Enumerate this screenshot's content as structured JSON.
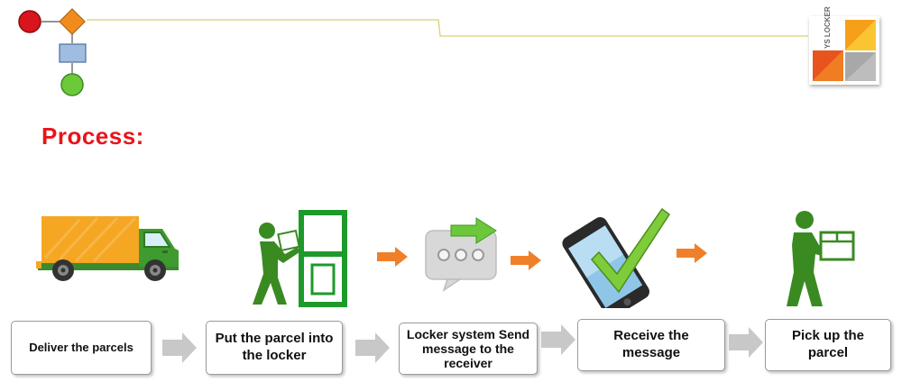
{
  "header": {
    "title": "Process:",
    "logo_text": "YS LOCKER"
  },
  "steps": [
    {
      "label": "Deliver the parcels"
    },
    {
      "label": "Put the parcel into the locker"
    },
    {
      "label": "Locker system Send message to the receiver"
    },
    {
      "label": "Receive the message"
    },
    {
      "label": "Pick up the parcel"
    }
  ],
  "colors": {
    "title_red": "#e8151b",
    "accent_orange": "#f07f2a",
    "accent_green": "#3f8a2e",
    "arrow_gray": "#c8c8c8",
    "rule_yellow": "#d9cf76"
  },
  "icons": [
    "start-event-icon",
    "gateway-icon",
    "task-icon",
    "end-event-icon",
    "delivery-truck-icon",
    "person-locker-icon",
    "chat-message-icon",
    "smartphone-check-icon",
    "person-carrying-box-icon"
  ]
}
